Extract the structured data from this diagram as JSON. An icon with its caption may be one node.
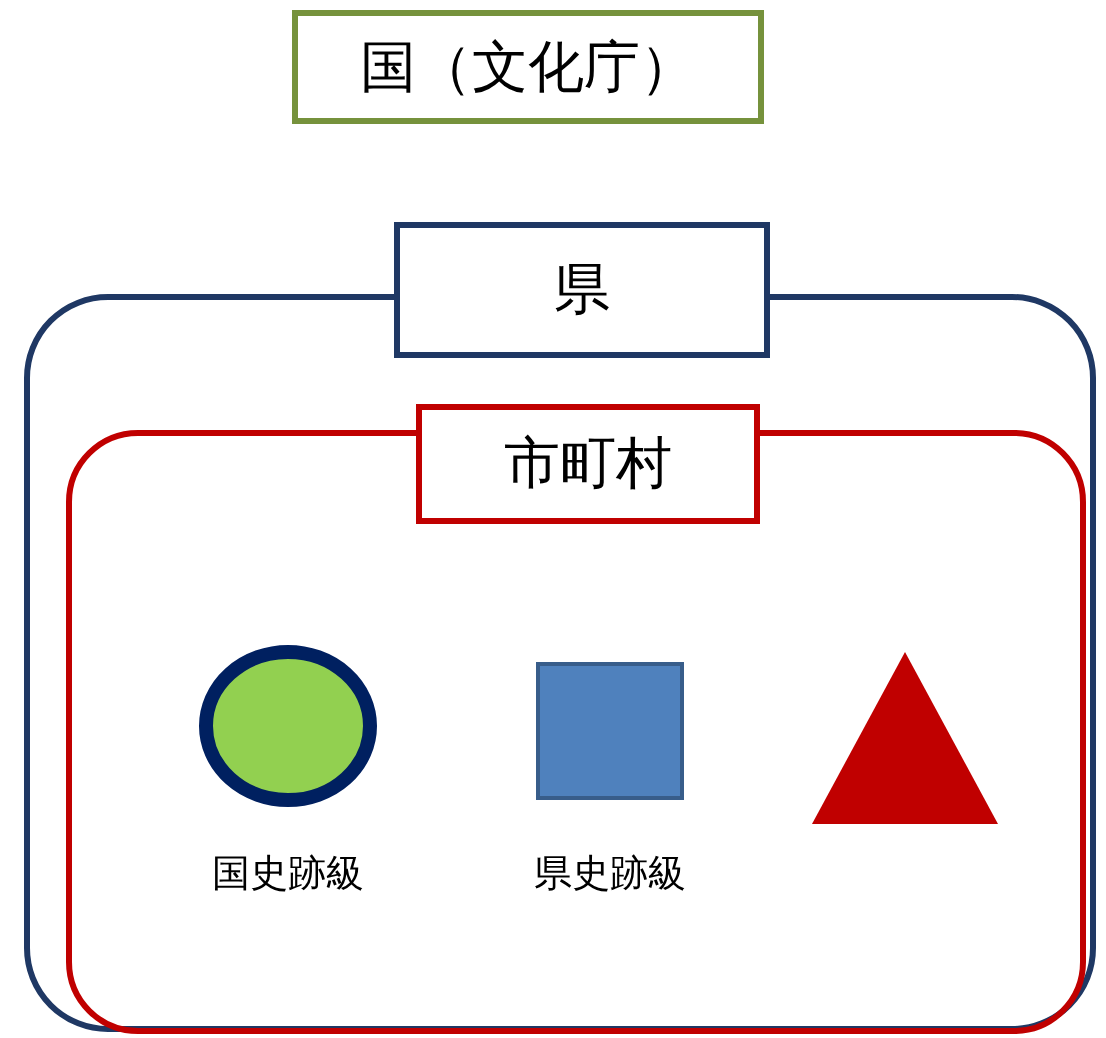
{
  "diagram": {
    "nodes": [
      {
        "text": [
          "国（文化庁）"
        ]
      },
      {
        "text": [
          "県"
        ]
      },
      {
        "text": [
          "市町村"
        ],
        "in": 1
      },
      {
        "text": [],
        "shape": "circle",
        "in": 2,
        "beside": [
          "国史跡級"
        ]
      },
      {
        "text": [],
        "shape": "box",
        "in": 2,
        "beside": [
          "県史跡級"
        ]
      },
      {
        "text": [],
        "shape": "triangle",
        "in": 2
      }
    ]
  }
}
